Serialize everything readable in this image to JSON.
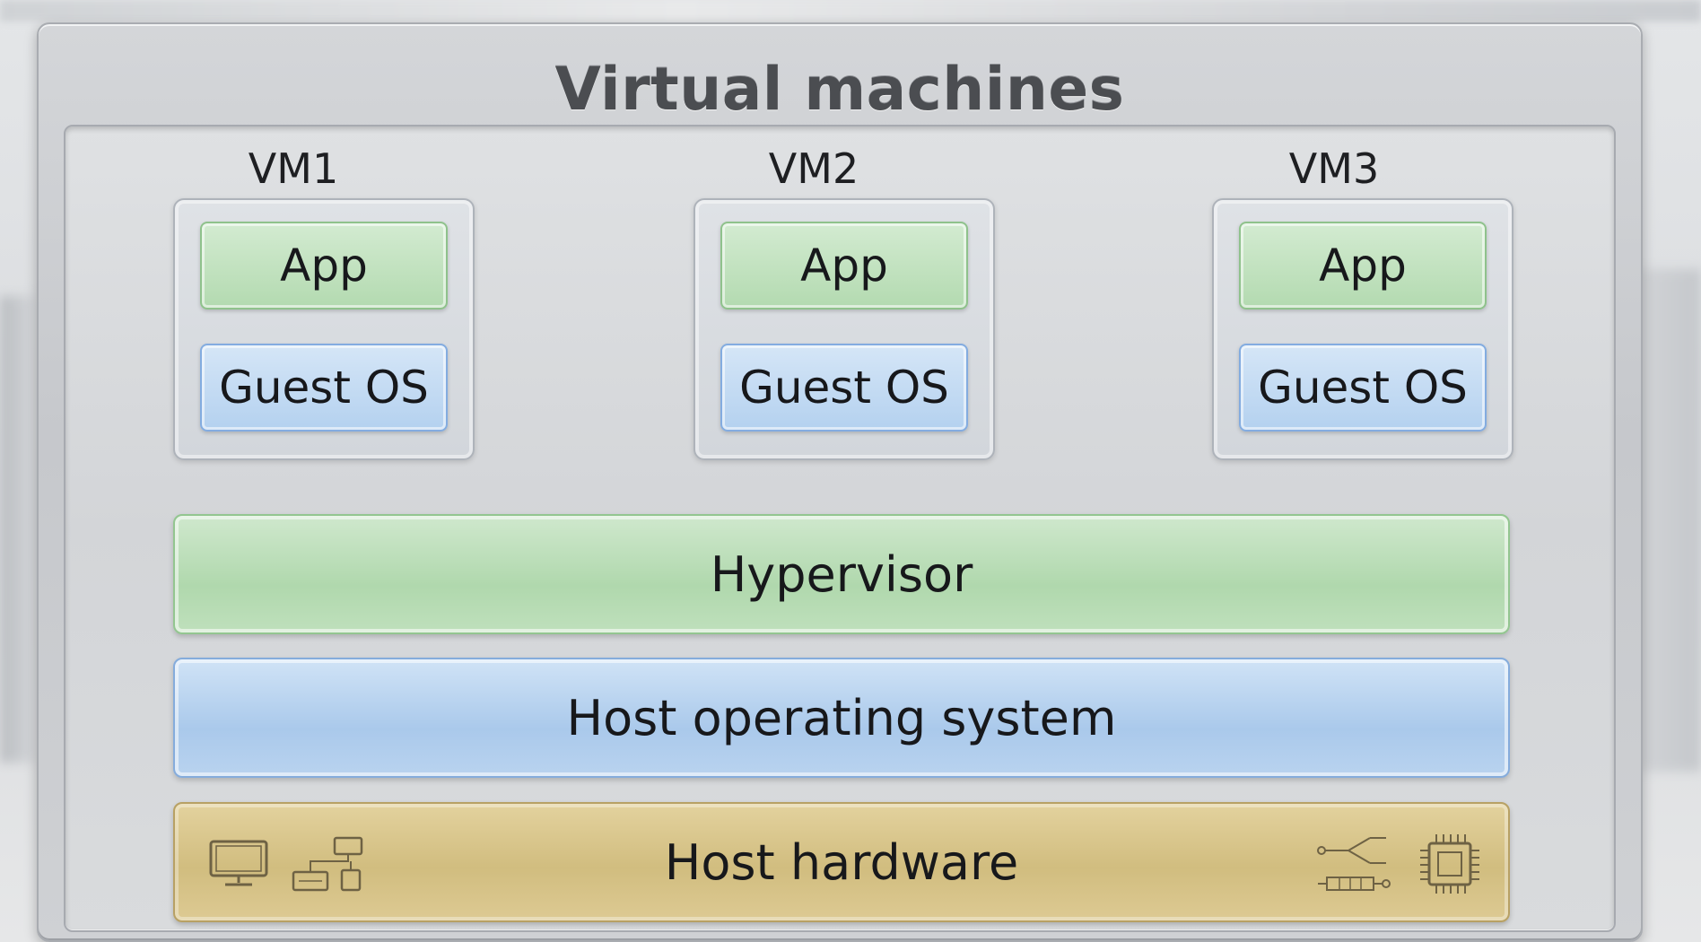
{
  "title": "Virtual machines",
  "vms": [
    {
      "label": "VM1",
      "app": "App",
      "os": "Guest OS"
    },
    {
      "label": "VM2",
      "app": "App",
      "os": "Guest OS"
    },
    {
      "label": "VM3",
      "app": "App",
      "os": "Guest OS"
    }
  ],
  "layers": {
    "hypervisor": "Hypervisor",
    "host_os": "Host operating system",
    "host_hardware": "Host hardware"
  },
  "hardware_icons": [
    "monitor-icon",
    "network-icon",
    "circuit-icon",
    "cpu-chip-icon"
  ],
  "colors": {
    "app_green": "#b3dab0",
    "guest_os_blue": "#b4d1ef",
    "hardware_gold": "#d1bd7f",
    "panel_gray": "#c6c8cc"
  }
}
